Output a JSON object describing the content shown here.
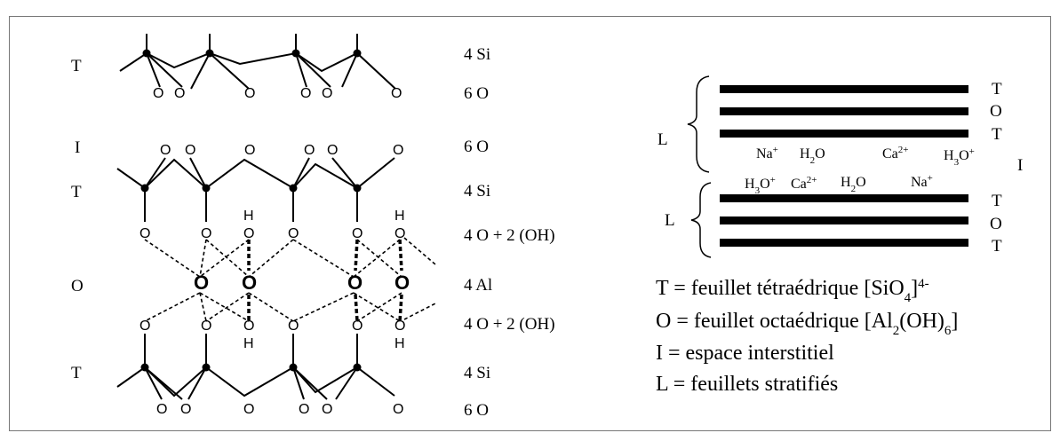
{
  "structure": {
    "layer_letters": [
      "T",
      "I",
      "T",
      "O",
      "T"
    ],
    "composition": [
      "4 Si",
      "6 O",
      "6 O",
      "4 Si",
      "4 O + 2 (OH)",
      "4 Al",
      "4 O + 2 (OH)",
      "4 Si",
      "6 O"
    ],
    "atom_O": "O",
    "atom_H": "H"
  },
  "stack": {
    "layer_label": "L",
    "sheet_labels": [
      "T",
      "O",
      "T"
    ],
    "interlayer_label": "I",
    "ions_upper": [
      "Na",
      "H",
      "Ca",
      "H"
    ],
    "ions_lower": [
      "H",
      "Ca",
      "H",
      "Na"
    ]
  },
  "legend": {
    "t_text": "T = feuillet tétraédrique [SiO",
    "t_sub": "4",
    "t_end": "]",
    "t_sup": "4-",
    "o_text": "O = feuillet octaédrique [Al",
    "o_sub1": "2",
    "o_mid": "(OH)",
    "o_sub2": "6",
    "o_end": "]",
    "i_text": "I =  espace interstitiel",
    "l_text": "L = feuillets stratifiés"
  }
}
